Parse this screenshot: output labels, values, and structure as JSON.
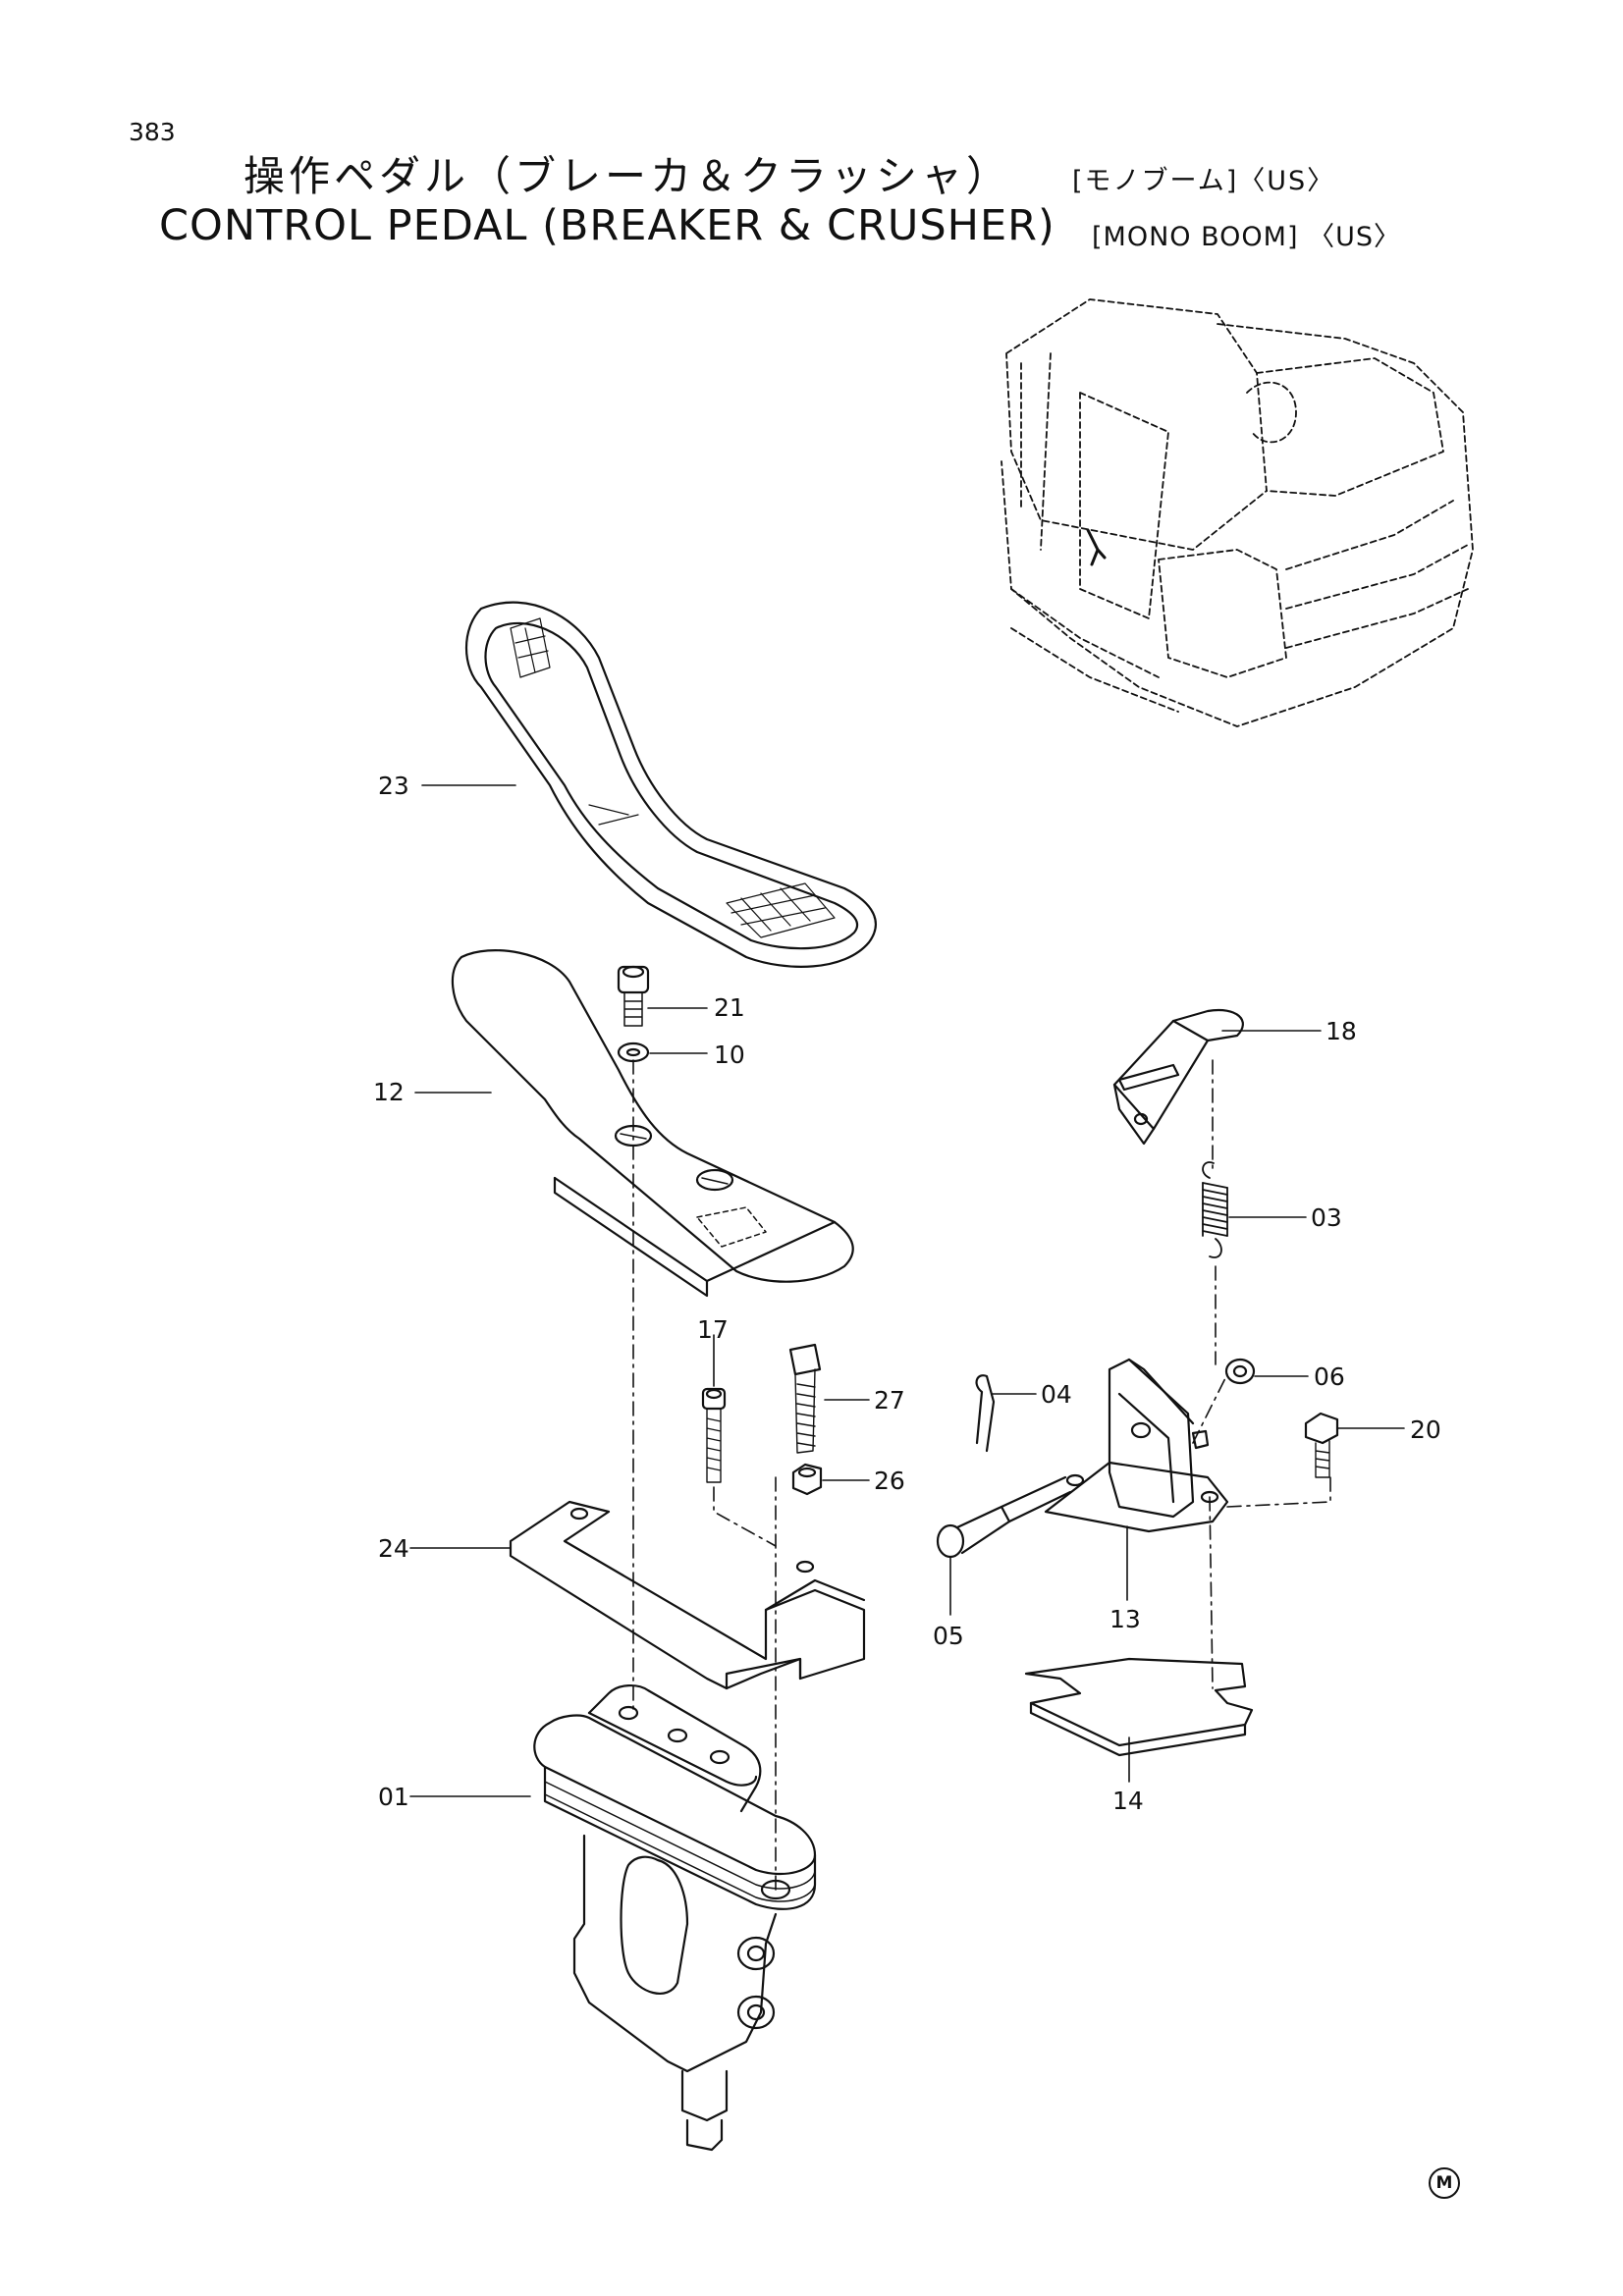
{
  "header": {
    "page_number": "383",
    "title_jp": "操作ペダル（ブレーカ＆クラッシャ）",
    "title_jp_suffix": "[モノブーム]〈US〉",
    "title_en": "CONTROL  PEDAL  (BREAKER & CRUSHER)",
    "title_en_suffix": "[MONO  BOOM] 〈US〉"
  },
  "parts": {
    "p01": "01",
    "p03": "03",
    "p04": "04",
    "p05": "05",
    "p06": "06",
    "p10": "10",
    "p12": "12",
    "p13": "13",
    "p14": "14",
    "p17": "17",
    "p18": "18",
    "p20": "20",
    "p21": "21",
    "p23": "23",
    "p24": "24",
    "p26": "26",
    "p27": "27"
  },
  "footer": {
    "mark": "M"
  }
}
